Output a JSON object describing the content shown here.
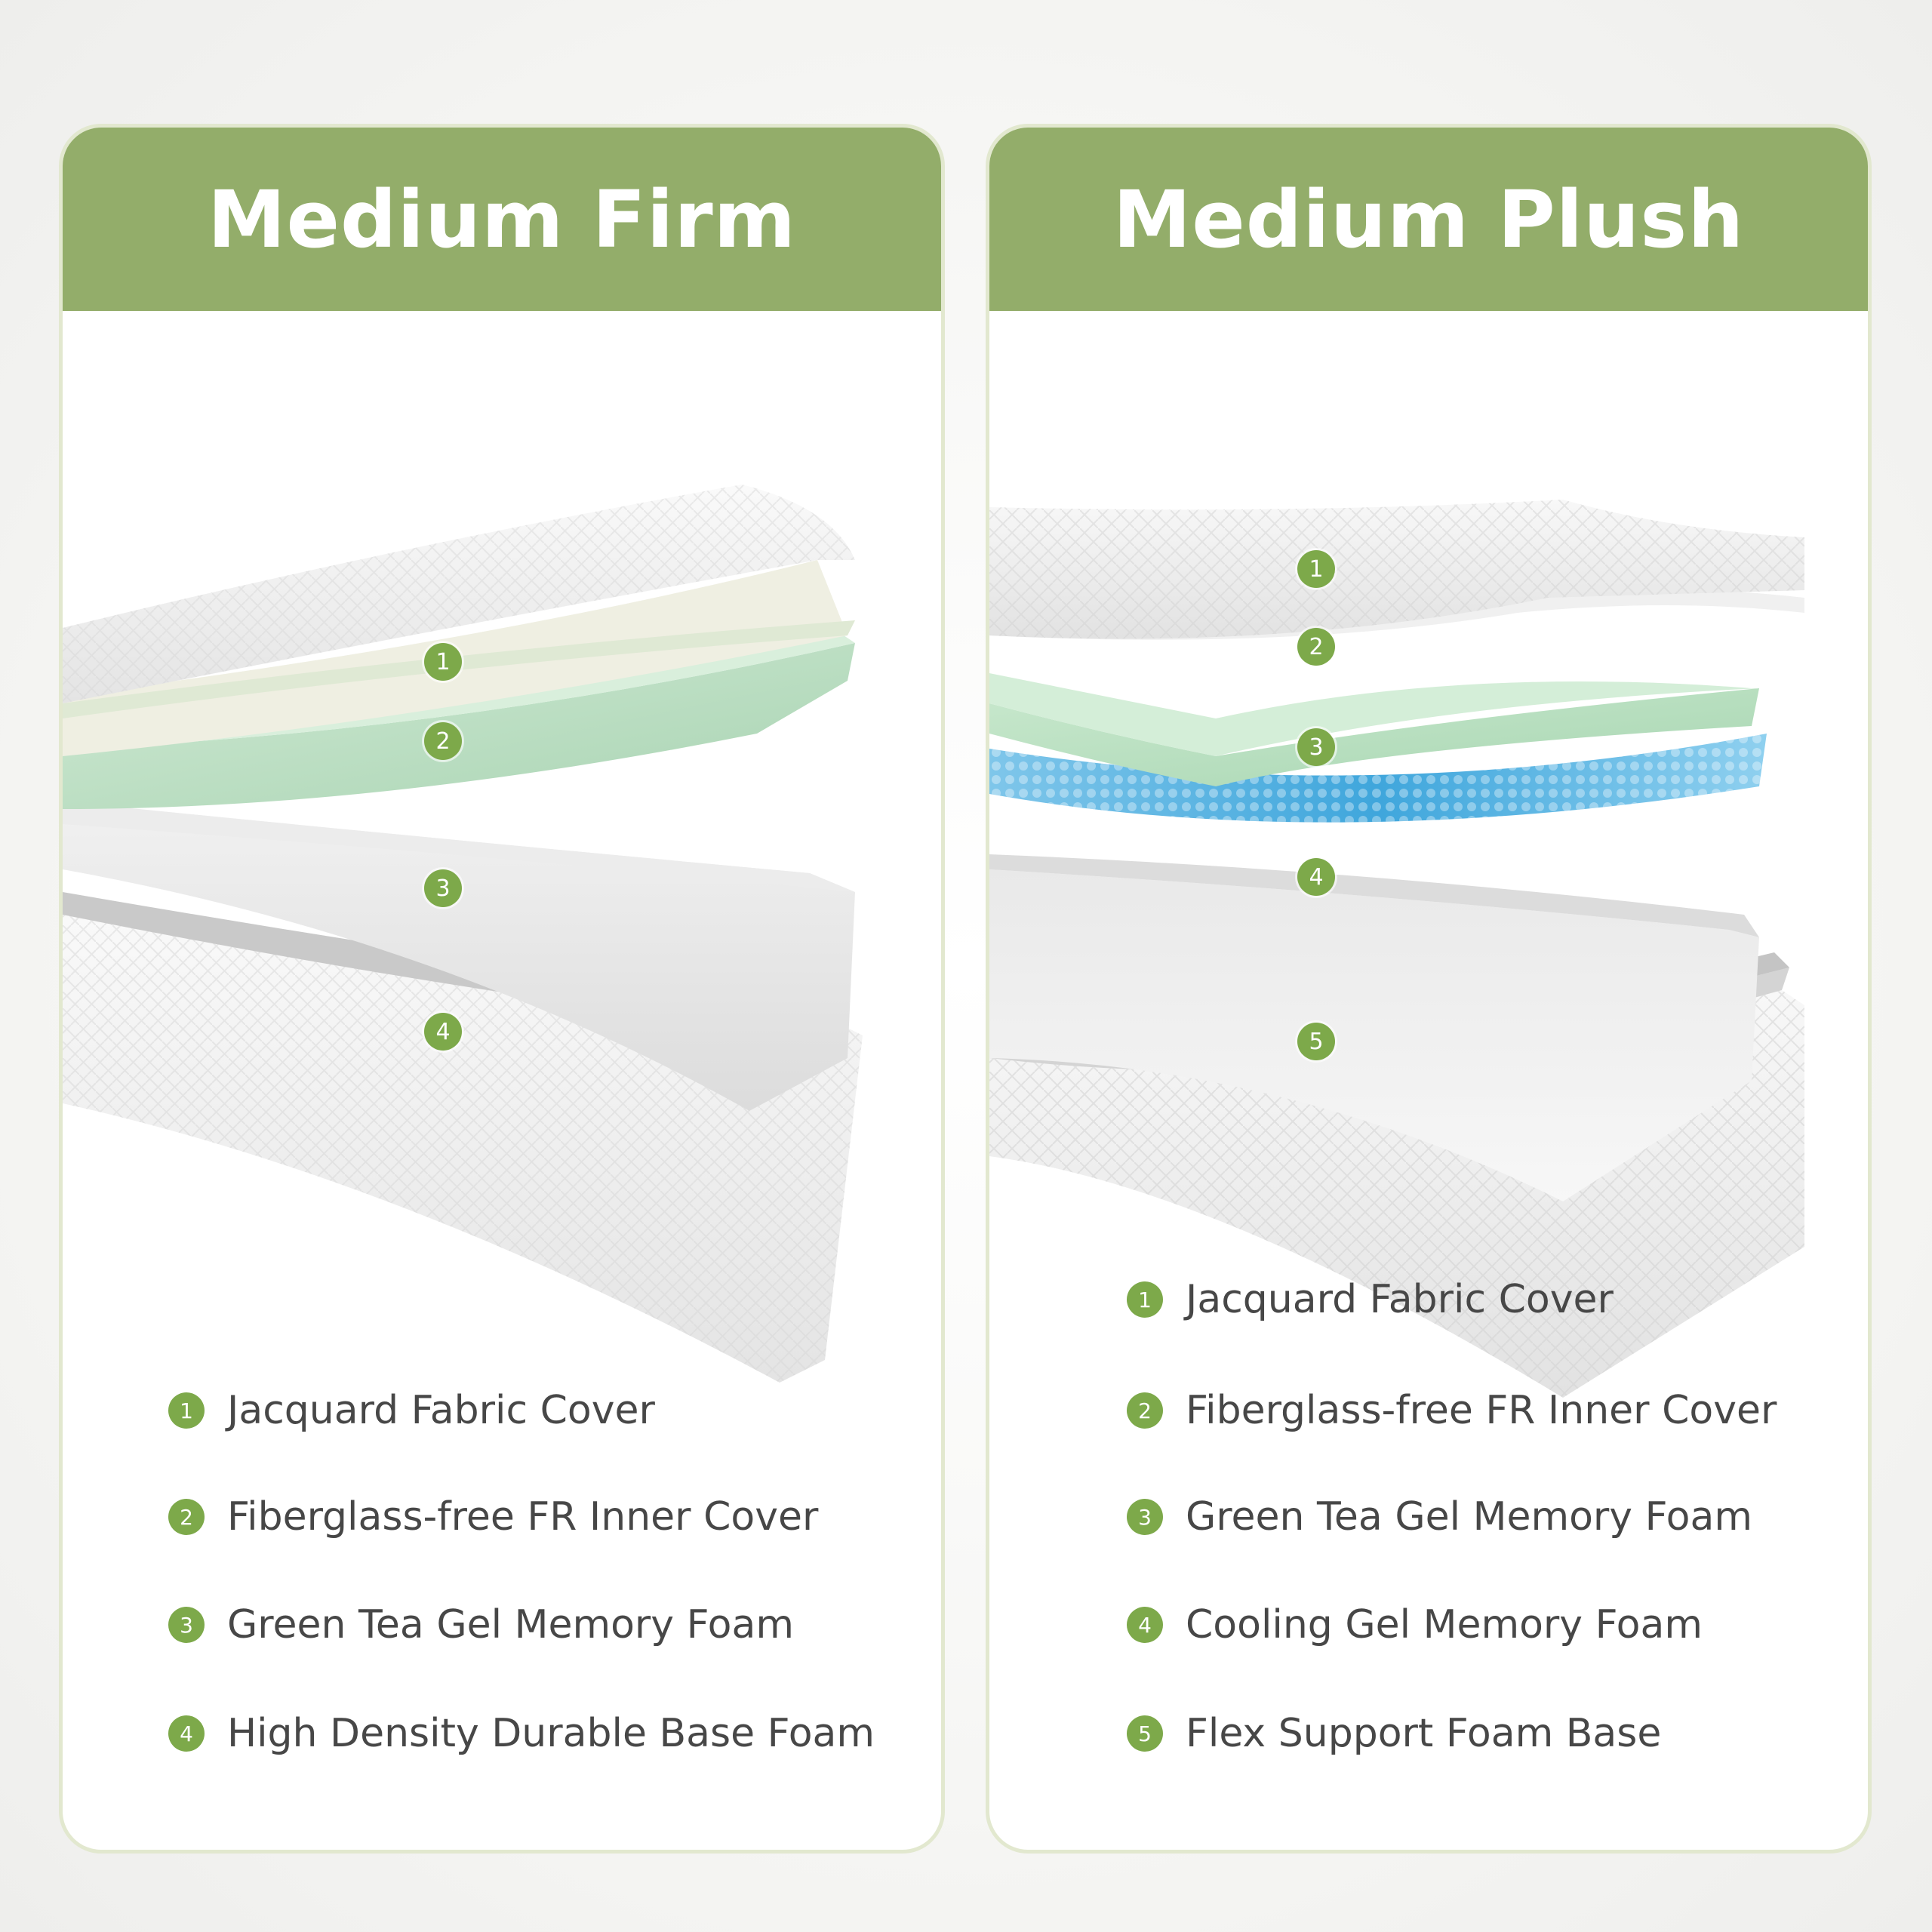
{
  "panels": [
    {
      "title": "Medium Firm",
      "markers": [
        "1",
        "2",
        "3",
        "4"
      ],
      "legend": [
        {
          "num": "1",
          "label": "Jacquard Fabric Cover"
        },
        {
          "num": "2",
          "label": "Fiberglass-free FR Inner Cover"
        },
        {
          "num": "3",
          "label": "Green Tea Gel Memory Foam"
        },
        {
          "num": "4",
          "label": "High Density Durable Base Foam"
        }
      ]
    },
    {
      "title": "Medium Plush",
      "markers": [
        "1",
        "2",
        "3",
        "4",
        "5"
      ],
      "legend": [
        {
          "num": "1",
          "label": "Jacquard Fabric Cover"
        },
        {
          "num": "2",
          "label": "Fiberglass-free FR Inner Cover"
        },
        {
          "num": "3",
          "label": "Green Tea Gel Memory Foam"
        },
        {
          "num": "4",
          "label": "Cooling Gel Memory Foam"
        },
        {
          "num": "5",
          "label": "Flex Support Foam Base"
        }
      ]
    }
  ],
  "colors": {
    "header_green": "#93ad6a",
    "marker_green": "#7da94a",
    "foam_green": "#bfe1c6",
    "gel_blue": "#5fb5e3",
    "text_gray": "#474747"
  }
}
